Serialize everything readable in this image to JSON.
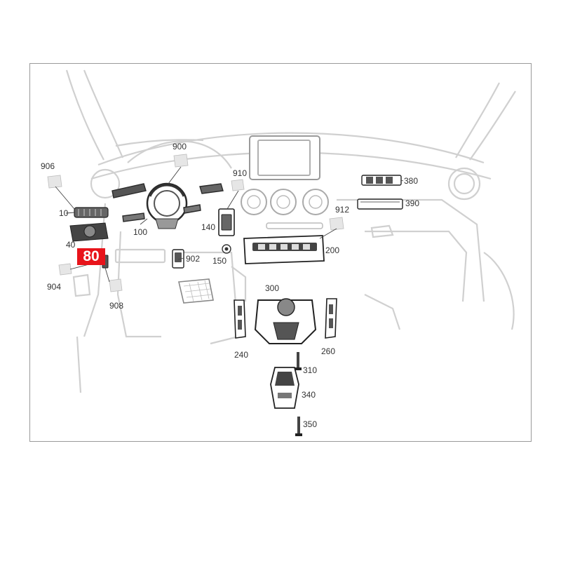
{
  "highlight": {
    "label": "80",
    "color": "#e8141b"
  },
  "callouts": {
    "c906": "906",
    "c900": "900",
    "c910": "910",
    "c380": "380",
    "c390": "390",
    "c10": "10",
    "c100": "100",
    "c140": "140",
    "c912": "912",
    "c40": "40",
    "c902": "902",
    "c150": "150",
    "c200": "200",
    "c904": "904",
    "c908": "908",
    "c300": "300",
    "c240": "240",
    "c260": "260",
    "c310": "310",
    "c340": "340",
    "c350": "350"
  }
}
